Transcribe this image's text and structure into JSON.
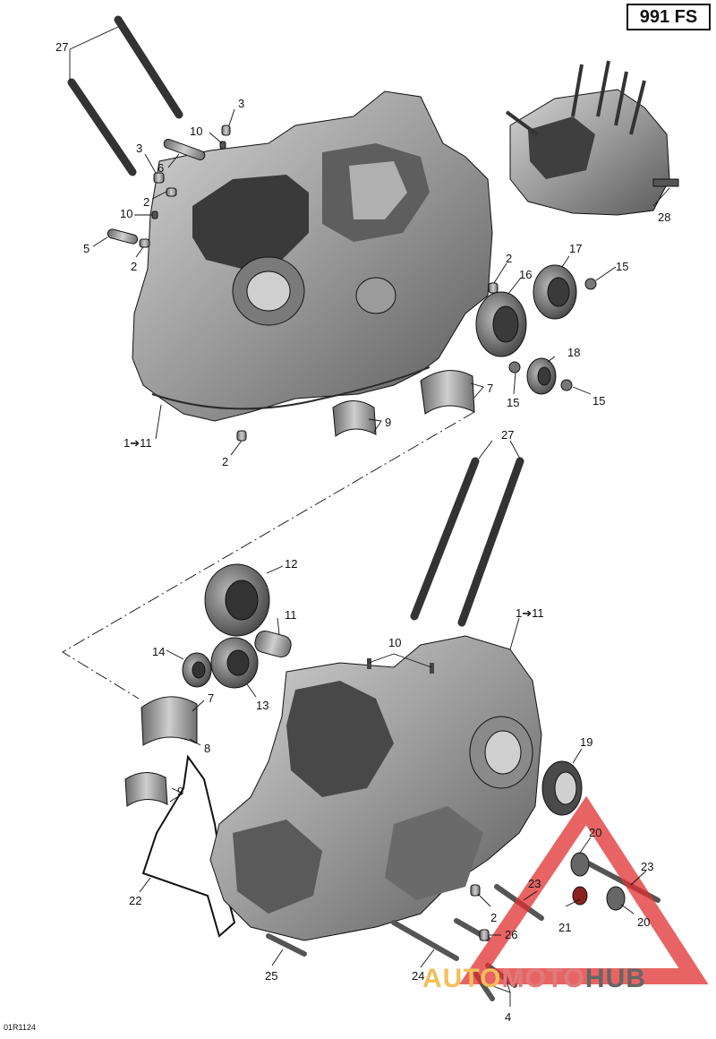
{
  "header": {
    "model_badge": "991 FS"
  },
  "footer": {
    "reference_code": "01R1124"
  },
  "watermark": {
    "part1": "AUTO",
    "part2": "MOTO",
    "part3": "HUB"
  },
  "callouts": {
    "c27_top": "27",
    "c3_a": "3",
    "c10_a": "10",
    "c3_b": "3",
    "c6": "6",
    "c2_a": "2",
    "c10_b": "10",
    "c5": "5",
    "c2_b": "2",
    "c28": "28",
    "c2_c": "2",
    "c17": "17",
    "c16": "16",
    "c15_a": "15",
    "c18": "18",
    "c7_top": "7",
    "c15_b": "15",
    "c15_c": "15",
    "c9_top": "9",
    "c1to11_top": "1➔11",
    "c2_d": "2",
    "c27_bottom": "27",
    "c12": "12",
    "c11": "11",
    "c1to11_bottom": "1➔11",
    "c14": "14",
    "c10_c": "10",
    "c13": "13",
    "c7_bottom": "7",
    "c8": "8",
    "c19": "19",
    "c9_bottom": "9",
    "c20_a": "20",
    "c23_a": "23",
    "c22": "22",
    "c23_b": "23",
    "c2_e": "2",
    "c21": "21",
    "c20_b": "20",
    "c26": "26",
    "c25": "25",
    "c24": "24",
    "c4": "4"
  },
  "colors": {
    "metal_dark": "#4a4a4a",
    "metal_mid": "#8c8c8c",
    "metal_light": "#c9c9c9",
    "watermark_red": "#e03030"
  }
}
